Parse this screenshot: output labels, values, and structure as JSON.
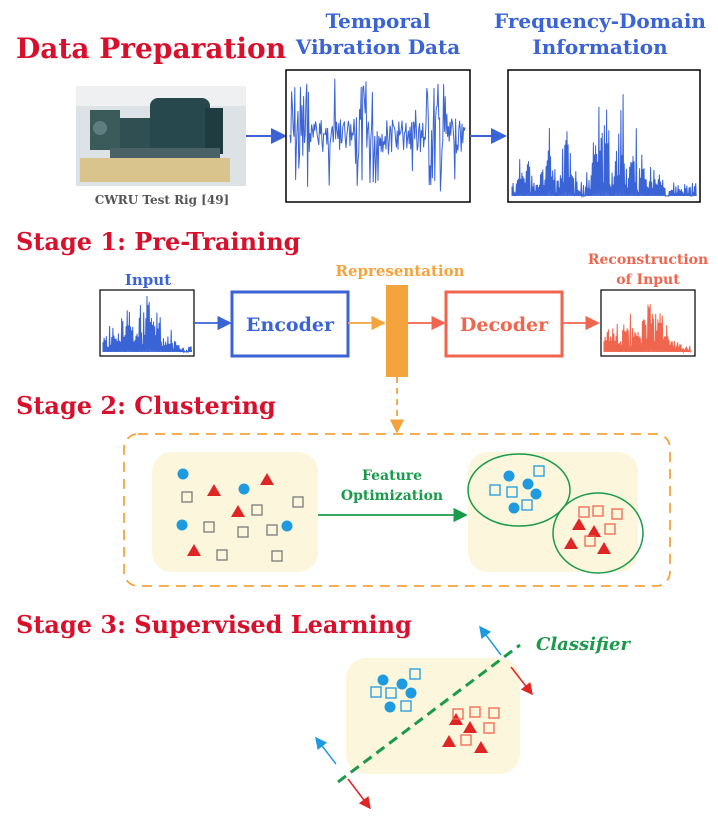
{
  "sections": {
    "data_prep": "Data Preparation",
    "stage1": "Stage 1: Pre-Training",
    "stage2": "Stage 2: Clustering",
    "stage3": "Stage 3: Supervised Learning"
  },
  "data_prep": {
    "rig_caption": "CWRU Test Rig [49]",
    "temporal_line1": "Temporal",
    "temporal_line2": "Vibration Data",
    "freq_line1": "Frequency-Domain",
    "freq_line2": "Information"
  },
  "stage1": {
    "input_label": "Input",
    "encoder_label": "Encoder",
    "representation_label": "Representation",
    "decoder_label": "Decoder",
    "recon_line1": "Reconstruction",
    "recon_line2": "of Input"
  },
  "stage2": {
    "arrow_line1": "Feature",
    "arrow_line2": "Optimization"
  },
  "stage3": {
    "classifier_label": "Classifier"
  },
  "colors": {
    "heading_red": "#d8102c",
    "blue": "#3a63d6",
    "orange": "#f5a33c",
    "coral": "#f0654d",
    "green": "#1a9a4a",
    "cream": "#fbf6dc",
    "cyan": "#1e9be0",
    "triangle_red": "#e02525"
  }
}
